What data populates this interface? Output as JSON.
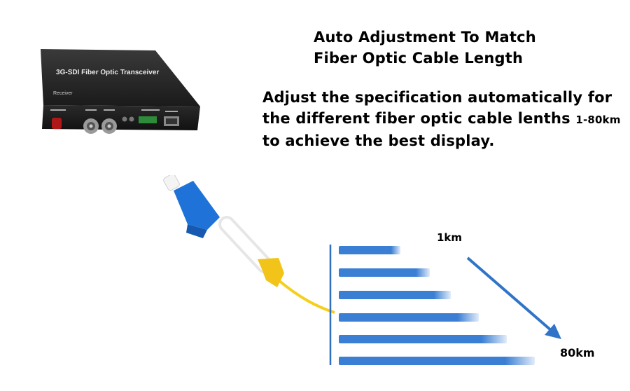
{
  "title": {
    "line1": "Auto Adjustment To Match",
    "line2": "Fiber Optic Cable Length"
  },
  "description": {
    "line1": "Adjust the specification automatically for",
    "line2": "the different fiber optic cable lenths",
    "range": "1-80km",
    "line3": "to achieve the best display."
  },
  "device": {
    "label": "3G-SDI Fiber Optic Transceiver",
    "sublabel": "Receiver"
  },
  "distance": {
    "min_label": "1km",
    "max_label": "80km"
  },
  "colors": {
    "bar": "#3b7fd4",
    "arrow": "#2f74c8",
    "device": "#1e1e1e",
    "cable": "#f5cf1e",
    "connector": "#1f73d8"
  }
}
